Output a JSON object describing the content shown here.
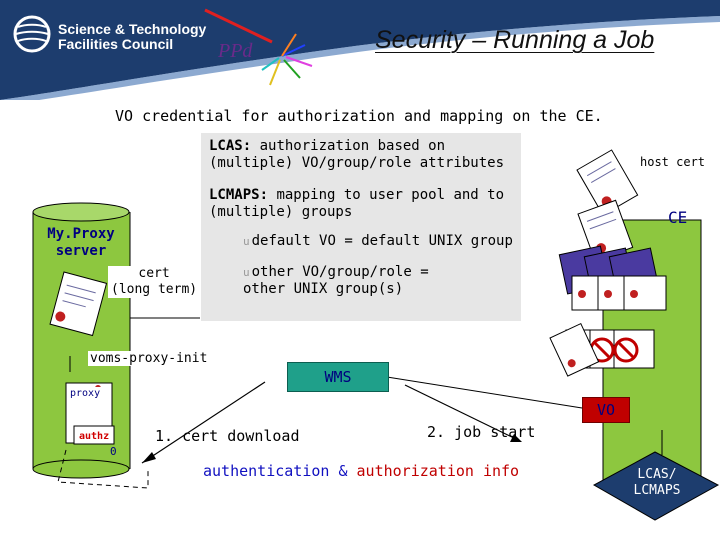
{
  "header": {
    "org_name": "Science & Technology\nFacilities Council",
    "group_logo": "PPd",
    "title": "Security – Running a Job"
  },
  "subtitle": "VO credential for authorization and mapping on the CE.",
  "info_panel": {
    "lcas_key": "LCAS:",
    "lcas_text": " authorization based on (multiple) VO/group/role attributes",
    "lcmaps_key": "LCMAPS:",
    "lcmaps_text": " mapping to user pool and to (multiple) groups",
    "bullets": [
      "default VO = default UNIX group",
      "other VO/group/role = other UNIX group(s)"
    ]
  },
  "myproxy": {
    "label": "My.Proxy\nserver",
    "cert_label": "cert\n(long term)",
    "command": "voms-proxy-init",
    "proxy_label": "proxy",
    "authz_label": "authz",
    "zero_label": "0"
  },
  "flow": {
    "cert_download": "1. cert download",
    "job_start": "2. job start",
    "auth_info_prefix": "authentication & ",
    "auth_info_suffix": "authorization info",
    "wms": "WMS",
    "vo": "VO"
  },
  "ce": {
    "host_cert": "host cert",
    "label": "CE",
    "lcmaps": "LCAS/\nLCMAPS"
  },
  "colors": {
    "header_bg": "#1d3d6e",
    "cylinder": "#8dc73f",
    "wms": "#1fa08a",
    "vo": "#c00000",
    "panel": "#e6e6e6"
  }
}
